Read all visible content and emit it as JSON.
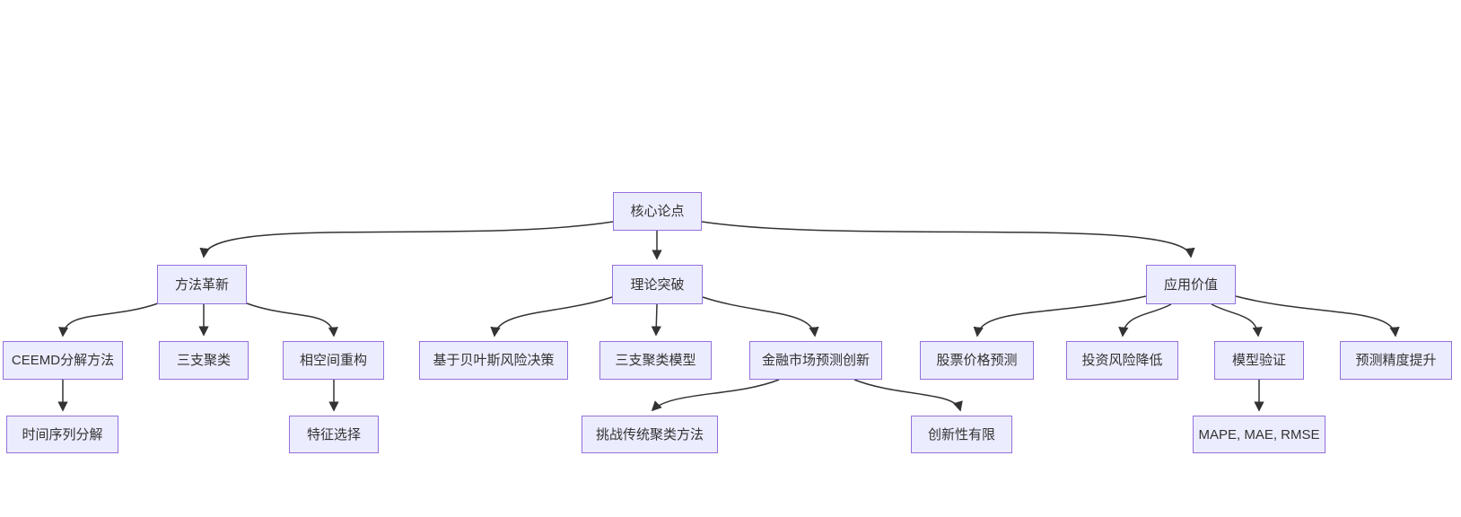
{
  "diagram": {
    "type": "flowchart",
    "background_color": "#ffffff",
    "node_fill_color": "#ECECFF",
    "node_border_color": "#9370DB",
    "edge_color": "#333333",
    "text_color": "#333333",
    "nodes": {
      "root": {
        "label": "核心论点"
      },
      "method": {
        "label": "方法革新"
      },
      "theory": {
        "label": "理论突破"
      },
      "application": {
        "label": "应用价值"
      },
      "ceemd": {
        "label": "CEEMD分解方法"
      },
      "three_way": {
        "label": "三支聚类"
      },
      "phase_space": {
        "label": "相空间重构"
      },
      "bayes": {
        "label": "基于贝叶斯风险决策"
      },
      "three_way_model": {
        "label": "三支聚类模型"
      },
      "finance_innovation": {
        "label": "金融市场预测创新"
      },
      "stock_prediction": {
        "label": "股票价格预测"
      },
      "risk_reduction": {
        "label": "投资风险降低"
      },
      "model_validation": {
        "label": "模型验证"
      },
      "accuracy": {
        "label": "预测精度提升"
      },
      "time_series": {
        "label": "时间序列分解"
      },
      "feature_selection": {
        "label": "特征选择"
      },
      "challenge": {
        "label": "挑战传统聚类方法"
      },
      "limited_novelty": {
        "label": "创新性有限"
      },
      "metrics": {
        "label": "MAPE, MAE, RMSE"
      }
    },
    "edges": [
      {
        "from": "root",
        "to": "method"
      },
      {
        "from": "root",
        "to": "theory"
      },
      {
        "from": "root",
        "to": "application"
      },
      {
        "from": "method",
        "to": "ceemd"
      },
      {
        "from": "method",
        "to": "three_way"
      },
      {
        "from": "method",
        "to": "phase_space"
      },
      {
        "from": "theory",
        "to": "bayes"
      },
      {
        "from": "theory",
        "to": "three_way_model"
      },
      {
        "from": "theory",
        "to": "finance_innovation"
      },
      {
        "from": "application",
        "to": "stock_prediction"
      },
      {
        "from": "application",
        "to": "risk_reduction"
      },
      {
        "from": "application",
        "to": "model_validation"
      },
      {
        "from": "application",
        "to": "accuracy"
      },
      {
        "from": "ceemd",
        "to": "time_series"
      },
      {
        "from": "phase_space",
        "to": "feature_selection"
      },
      {
        "from": "finance_innovation",
        "to": "challenge"
      },
      {
        "from": "finance_innovation",
        "to": "limited_novelty"
      },
      {
        "from": "model_validation",
        "to": "metrics"
      }
    ]
  }
}
